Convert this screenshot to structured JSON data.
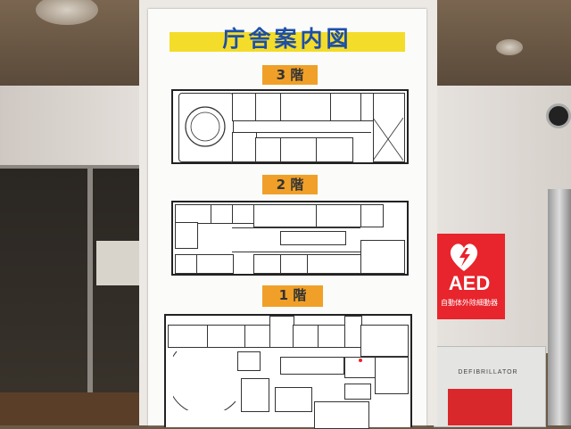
{
  "board": {
    "title": "庁舎案内図",
    "floors": [
      {
        "label": "3 階"
      },
      {
        "label": "2 階"
      },
      {
        "label": "1 階"
      }
    ]
  },
  "aed": {
    "title": "AED",
    "subtitle": "自動体外除細動器",
    "cabinet_label": "DEFIBRILLATOR"
  },
  "colors": {
    "title_text": "#1d4fa8",
    "title_bar": "#f4dc2a",
    "floor_tag": "#f0a028",
    "aed_red": "#e8242c"
  }
}
